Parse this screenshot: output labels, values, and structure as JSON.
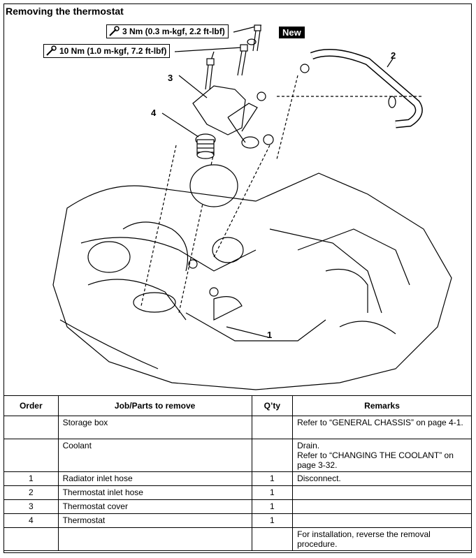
{
  "title": "Removing the thermostat",
  "torque_specs": [
    {
      "label": "3 Nm (0.3 m-kgf, 2.2 ft-lbf)"
    },
    {
      "label": "10 Nm (1.0 m-kgf, 7.2 ft-lbf)"
    }
  ],
  "new_badge": "New",
  "callouts": [
    "1",
    "2",
    "3",
    "4"
  ],
  "table": {
    "headers": {
      "order": "Order",
      "job": "Job/Parts to remove",
      "qty": "Q’ty",
      "remarks": "Remarks"
    },
    "rows": [
      {
        "order": "",
        "job": "Storage box",
        "qty": "",
        "remarks": "Refer to “GENERAL CHASSIS” on page 4-1."
      },
      {
        "order": "",
        "job": "Coolant",
        "qty": "",
        "remarks": "Drain.\nRefer to “CHANGING THE COOLANT” on page 3-32."
      },
      {
        "order": "1",
        "job": "Radiator inlet hose",
        "qty": "1",
        "remarks": "Disconnect."
      },
      {
        "order": "2",
        "job": "Thermostat inlet hose",
        "qty": "1",
        "remarks": ""
      },
      {
        "order": "3",
        "job": "Thermostat cover",
        "qty": "1",
        "remarks": ""
      },
      {
        "order": "4",
        "job": "Thermostat",
        "qty": "1",
        "remarks": ""
      },
      {
        "order": "",
        "job": "",
        "qty": "",
        "remarks": "For installation, reverse the removal procedure."
      }
    ]
  }
}
